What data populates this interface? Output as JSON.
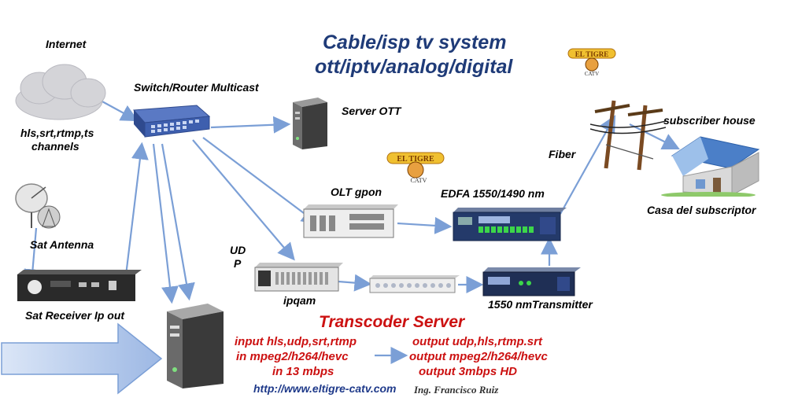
{
  "title": {
    "line1": "Cable/isp tv system",
    "line2": "ott/iptv/analog/digital"
  },
  "labels": {
    "internet": "Internet",
    "protocols_1": "hls,srt,rtmp,ts",
    "protocols_2": "channels",
    "switch": "Switch/Router Multicast",
    "server_ott": "Server OTT",
    "sat_antenna": "Sat Antenna",
    "sat_receiver": "Sat Receiver Ip out",
    "olt": "OLT gpon",
    "edfa": "EDFA 1550/1490 nm",
    "fiber": "Fiber",
    "subscriber": "subscriber house",
    "casa": "Casa del subscriptor",
    "udp_1": "UD",
    "udp_2": "P",
    "ipqam": "ipqam",
    "transmitter": "1550 nmTransmitter"
  },
  "transcoder": {
    "heading": "Transcoder Server",
    "input_1": "input hls,udp,srt,rtmp",
    "input_2": "in mpeg2/h264/hevc",
    "input_3": "in 13 mbps",
    "output_1": "output udp,hls,rtmp.srt",
    "output_2": "output mpeg2/h264/hevc",
    "output_3": "output 3mbps HD"
  },
  "footer": {
    "url": "http://www.eltigre-catv.com",
    "author": "Ing. Francisco Ruiz"
  },
  "logo": {
    "text": "EL TIGRE",
    "sub": "CATV"
  },
  "colors": {
    "title": "#1f3b78",
    "red_text": "#cc1111",
    "arrow": "#7b9fd6",
    "footer": "#1f3a8a"
  }
}
